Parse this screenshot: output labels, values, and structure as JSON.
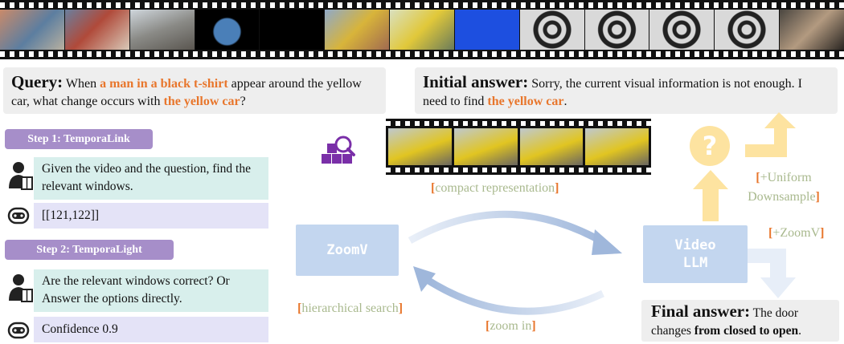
{
  "query": {
    "label": "Query:",
    "text_1": " When ",
    "highlight_1": "a man in a black t-shirt",
    "text_2": " appear around the yellow car, what change occurs with ",
    "highlight_2": "the yellow car",
    "text_3": "?"
  },
  "initial_answer": {
    "label": "Initial answer:",
    "text_1": " Sorry, the current visual information is not enough. I need to find ",
    "highlight": "the yellow car",
    "text_2": "."
  },
  "step1": {
    "title": "Step 1: TemporaLink",
    "user_text": "Given the video and the question, find the relevant windows.",
    "bot_text": "[[121,122]]"
  },
  "step2": {
    "title": "Step 2: TemporaLight",
    "user_text": "Are the relevant windows correct? Or Answer the options directly.",
    "bot_text": "Confidence 0.9"
  },
  "labels": {
    "compact": "compact representation",
    "hierarchical": "hierarchical search",
    "zoom_in": "zoom in",
    "uniform": "+Uniform Downsample",
    "zoomv_plus": "+ZoomV",
    "bracket_open": "[",
    "bracket_close": "]"
  },
  "nodes": {
    "zoomv": "ZoomV",
    "video_llm_line1": "Video",
    "video_llm_line2": "LLM"
  },
  "final_answer": {
    "label": "Final answer:",
    "text_1": " The door changes ",
    "bold": "from closed to open",
    "text_2": "."
  },
  "colors": {
    "accent_orange": "#e8762c",
    "step_purple": "#a68ec9",
    "user_bg": "#d8efec",
    "bot_bg": "#e4e3f7",
    "node_blue": "#c3d6ef",
    "arrow_yellow": "#fde3a0",
    "label_green": "#a9b98e"
  },
  "icons": [
    "user-icon",
    "robot-icon",
    "search-cubes-icon",
    "question-icon",
    "arrow-up-icon",
    "arrow-turn-up-icon",
    "arrow-down-icon",
    "cycle-arrow-icon"
  ]
}
